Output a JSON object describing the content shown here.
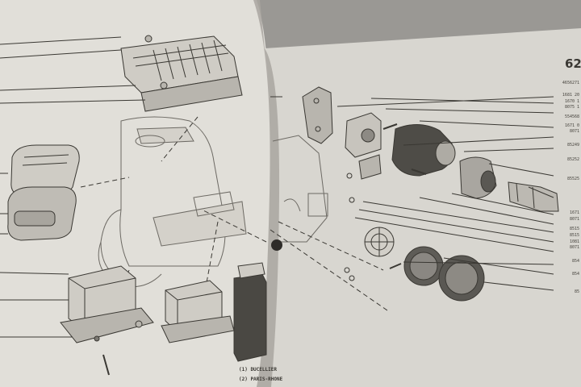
{
  "photo": {
    "description_free": true,
    "colors": {
      "page": "#dcdad4",
      "ink": "#3a3833",
      "background": "#9a9894",
      "shadow": "#b9b6b0"
    }
  },
  "right_page": {
    "page_number": "62",
    "part_codes": [
      "4656271",
      "1681 20",
      "1670 1",
      "8075 1",
      "554568",
      "1671 0",
      "8071",
      "85249",
      "85252",
      "85525",
      "1671",
      "8071",
      "8515",
      "8515",
      "1081",
      "8071",
      "854",
      "854",
      "85"
    ]
  },
  "left_page": {
    "footnotes": [
      "(1) DUCELLIER",
      "(2) PARIS-RHONE"
    ]
  }
}
